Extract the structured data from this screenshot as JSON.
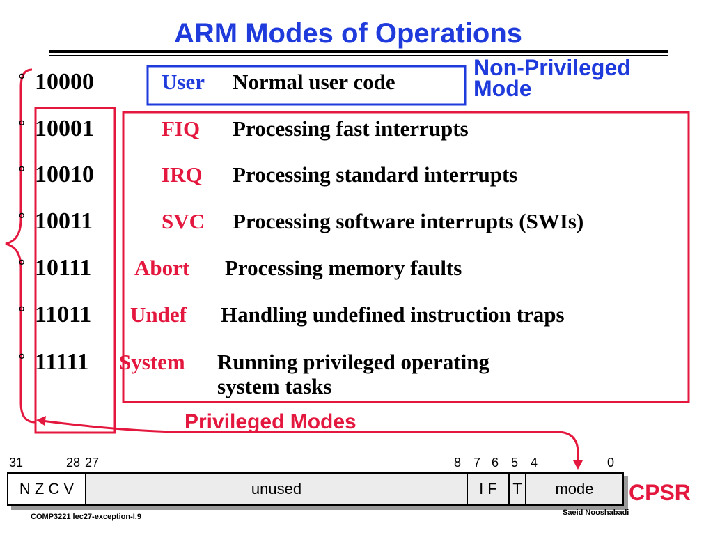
{
  "title": "ARM Modes of Operations",
  "bullet_glyph": "°",
  "modes": [
    {
      "code": "10000",
      "name": "User",
      "desc": "Normal user code"
    },
    {
      "code": "10001",
      "name": "FIQ",
      "desc": "Processing fast interrupts"
    },
    {
      "code": "10010",
      "name": "IRQ",
      "desc": "Processing standard interrupts"
    },
    {
      "code": "10011",
      "name": "SVC",
      "desc": "Processing software interrupts (SWIs)"
    },
    {
      "code": "10111",
      "name": "Abort",
      "desc": "Processing memory faults"
    },
    {
      "code": "11011",
      "name": "Undef",
      "desc": "Handling undefined instruction traps"
    },
    {
      "code": "11111",
      "name": "System",
      "desc_line1": "Running privileged operating",
      "desc_line2": "system tasks"
    }
  ],
  "non_privileged_label": {
    "line1": "Non-Privileged",
    "line2": "Mode"
  },
  "privileged_label": "Privileged Modes",
  "cpsr": {
    "label": "CPSR",
    "bit_numbers": [
      "31",
      "28",
      "27",
      "8",
      "7",
      "6",
      "5",
      "4",
      "0"
    ],
    "fields": {
      "flags": "N Z C V",
      "unused": "unused",
      "if": "I F",
      "t": "T",
      "mode": "mode"
    }
  },
  "footer": {
    "course": "COMP3221  lec27-exception-I.9",
    "author": "Saeid Nooshabadi"
  },
  "colors": {
    "title_blue": "#1f3bdc",
    "privileged_red": "#e4173e",
    "text": "#000000"
  }
}
